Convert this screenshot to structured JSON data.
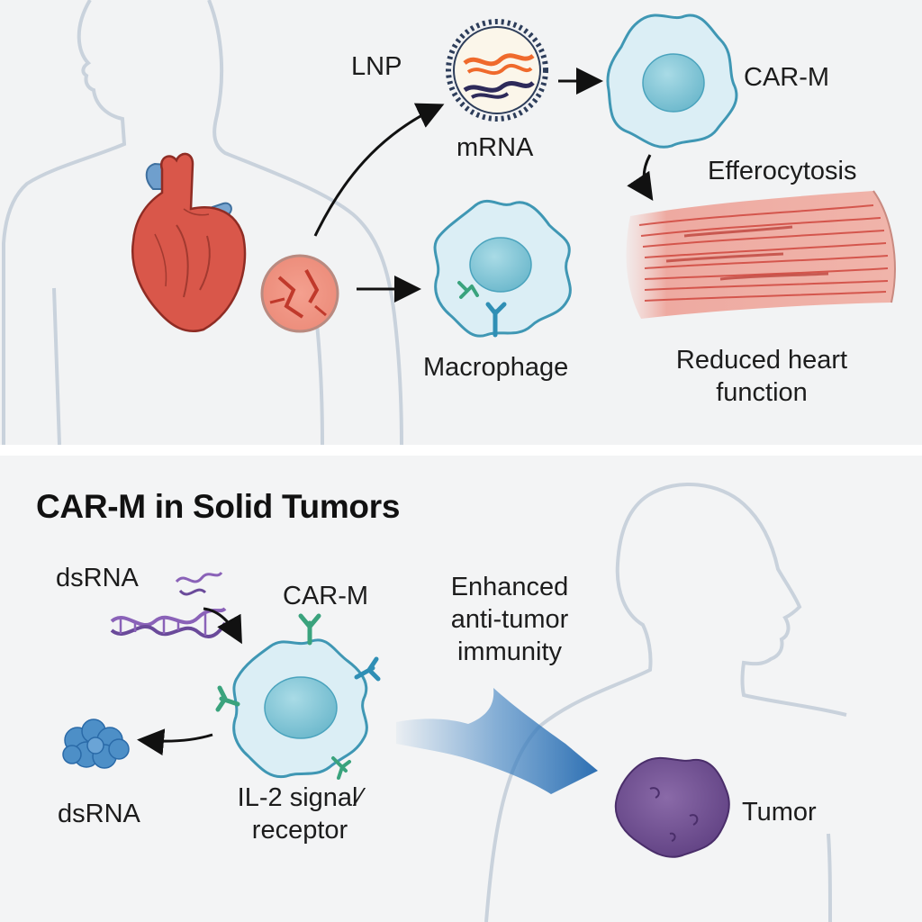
{
  "top_panel": {
    "lnp_label": "LNP",
    "mrna_label": "mRNA",
    "carm_label": "CAR-M",
    "efferocytosis_label": "Efferocytosis",
    "macrophage_label": "Macrophage",
    "reduced_line1": "Reduced heart",
    "reduced_line2": "function"
  },
  "bottom_panel": {
    "title": "CAR-M in Solid Tumors",
    "dsrna_top_label": "dsRNA",
    "carm_label": "CAR-M",
    "enhanced_line1": "Enhanced",
    "enhanced_line2": "anti-tumor",
    "enhanced_line3": "immunity",
    "dsrna_bottom_label": "dsRNA",
    "il2_line1": "IL-2 signal⁄",
    "il2_line2": "receptor",
    "tumor_label": "Tumor"
  },
  "colors": {
    "body_outline": "#c9d2dc",
    "cell_fill": "#dbeef5",
    "cell_outline": "#3f97b4",
    "nucleus": "#7fc4d6",
    "heart": "#d9574a",
    "vessel": "#6a9ac7",
    "arrow_blue": "#3a7fc0",
    "tumor": "#6a4a8c",
    "dsrna_purple": "#8a62b8"
  }
}
